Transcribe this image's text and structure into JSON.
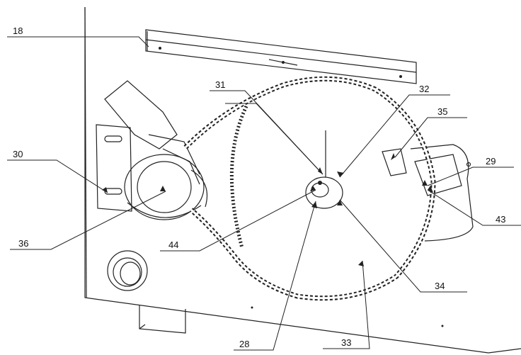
{
  "labels": {
    "l18": "18",
    "l31": "31",
    "l32": "32",
    "l35": "35",
    "l30": "30",
    "l29": "29",
    "l43": "43",
    "l36": "36",
    "l44": "44",
    "l34": "34",
    "l28": "28",
    "l33": "33"
  }
}
